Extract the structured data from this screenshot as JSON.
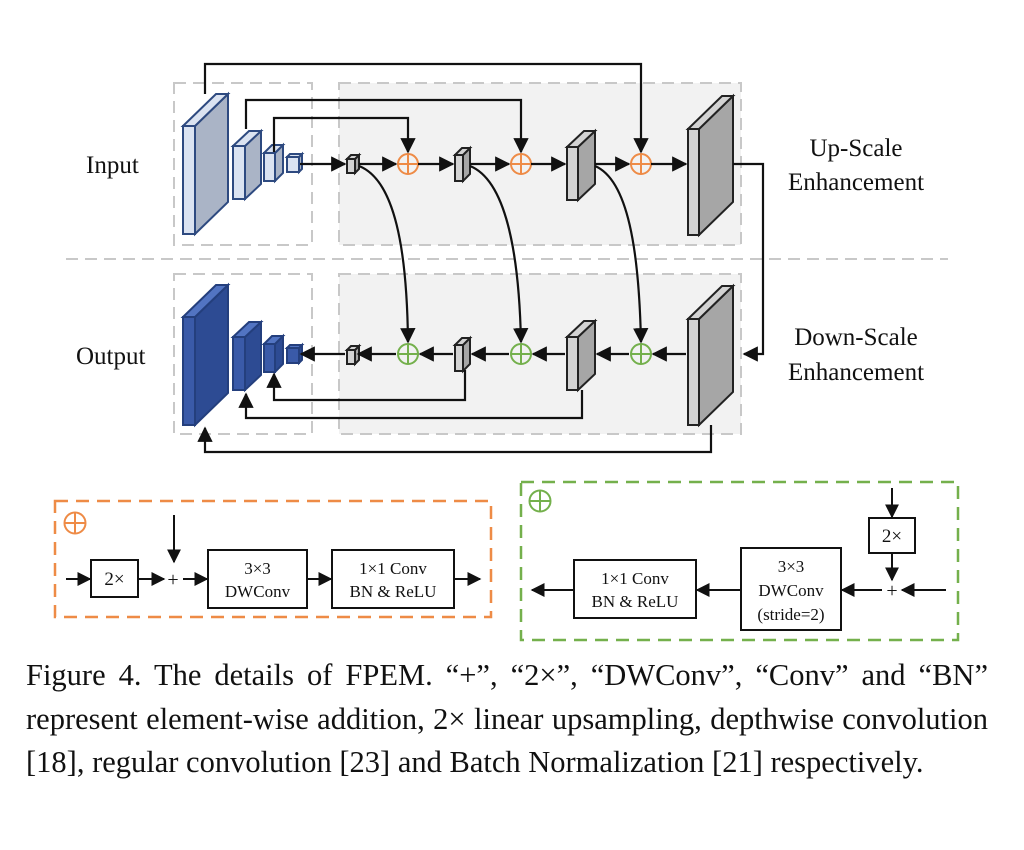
{
  "figure": {
    "labels": {
      "input": "Input",
      "output": "Output",
      "up_scale": [
        "Up-Scale",
        "Enhancement"
      ],
      "down_scale": [
        "Down-Scale",
        "Enhancement"
      ]
    },
    "colors": {
      "input_features": "#dbe3f1",
      "input_features_side": "#aab4c6",
      "input_stroke": "#2e4a80",
      "output_features": "#3a5aa8",
      "output_features_side": "#2d4b93",
      "grey_front": "#d3d3d3",
      "grey_side": "#a6a6a6",
      "panel_fill": "#f2f2f2",
      "dash": "#c8c8c8",
      "up_add": "#ee8b46",
      "down_add": "#74b04c"
    },
    "legend_up": {
      "symbol": "⊕",
      "steps": [
        "2×",
        "+",
        "3×3|DWConv",
        "1×1 Conv|BN & ReLU"
      ]
    },
    "legend_down": {
      "symbol": "⊕",
      "upsample": "2×",
      "plus": "+",
      "dwconv": [
        "3×3",
        "DWConv",
        "(stride=2)"
      ],
      "conv": [
        "1×1 Conv",
        "BN & ReLU"
      ]
    }
  },
  "caption": "Figure 4. The details of FPEM. “+”, “2×”, “DWConv”, “Conv” and “BN” represent element-wise addition, 2× linear upsampling, depthwise convolution [18], regular convolution [23] and Batch Normalization [21] respectively."
}
